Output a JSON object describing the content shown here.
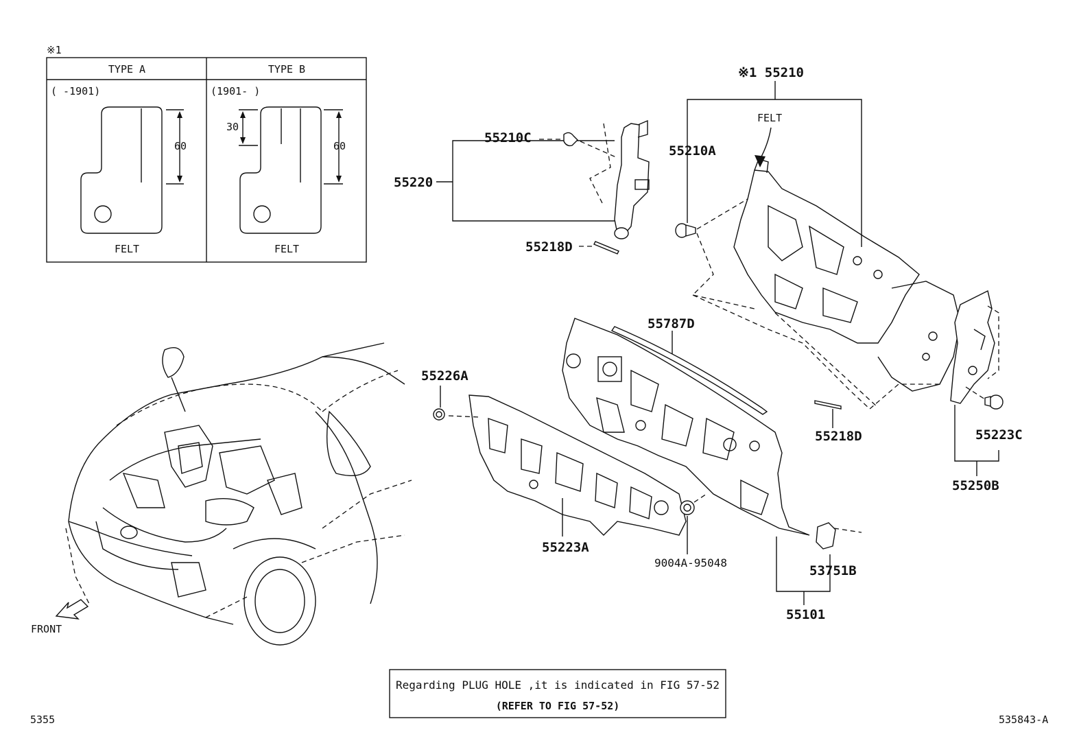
{
  "inset": {
    "ref_mark": "※1",
    "col_a": {
      "type_label": "TYPE A",
      "range": "(      -1901)",
      "dim_60": "60",
      "material": "FELT"
    },
    "col_b": {
      "type_label": "TYPE B",
      "range": "(1901-      )",
      "dim_30": "30",
      "dim_60": "60",
      "material": "FELT"
    }
  },
  "labels": {
    "p55210": "※1 55210",
    "felt_arrow": "FELT",
    "p55210C": "55210C",
    "p55220": "55220",
    "p55210A": "55210A",
    "p55218D_top": "55218D",
    "p55787D": "55787D",
    "p55226A": "55226A",
    "p55218D_right": "55218D",
    "p55223C": "55223C",
    "p55250B": "55250B",
    "p55223A": "55223A",
    "p9004A": "9004A-95048",
    "p53751B": "53751B",
    "p55101": "55101",
    "front": "FRONT"
  },
  "note": {
    "line1": "Regarding PLUG HOLE ,it is indicated in FIG 57-52",
    "line2": "(REFER TO FIG 57-52)"
  },
  "footer": {
    "page_code": "5355",
    "figure_code": "535843-A"
  }
}
